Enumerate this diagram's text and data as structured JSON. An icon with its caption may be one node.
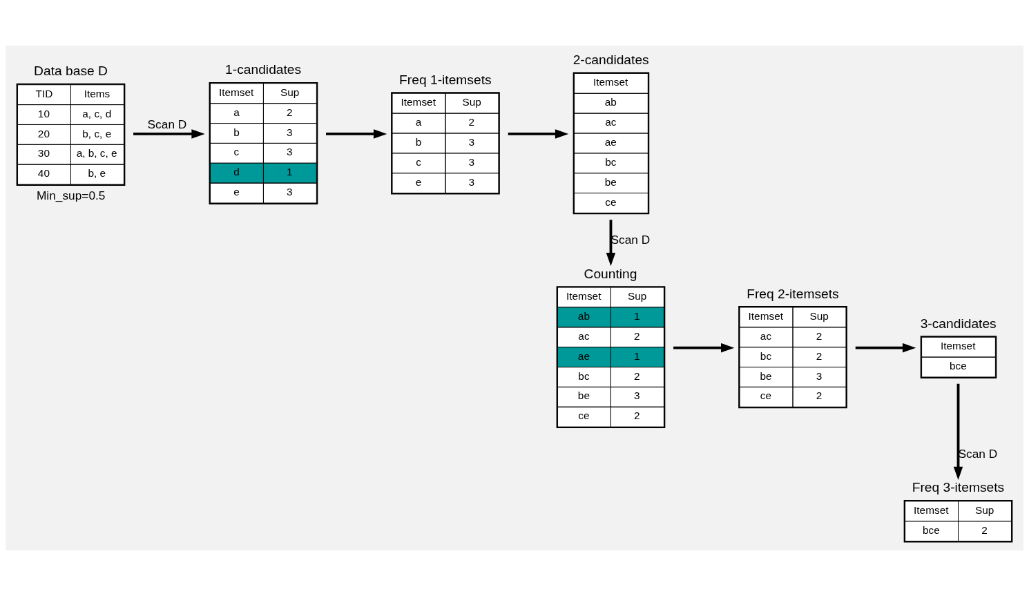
{
  "diagram": {
    "nodes": [
      {
        "text": [
          "Data base D",
          "TID",
          "Items",
          "10",
          "a, c, d",
          "20",
          "b, c, e",
          "30",
          "a, b, c, e",
          "40",
          "b, e"
        ],
        "beside": [
          "Min_sup=0.5"
        ]
      },
      {
        "text": [
          "1-candidates",
          "Itemset",
          "Sup",
          "a",
          "2",
          "b",
          "3",
          "c",
          "3",
          "d",
          "1",
          "e",
          "3"
        ]
      },
      {
        "text": [
          "Freq 1-itemsets",
          "Itemset",
          "Sup",
          "a",
          "2",
          "b",
          "3",
          "c",
          "3",
          "e",
          "3"
        ]
      },
      {
        "text": [
          "2-candidates",
          "Itemset",
          "ab",
          "ac",
          "ae",
          "bc",
          "be",
          "ce"
        ]
      },
      {
        "text": [
          "Counting",
          "Itemset",
          "Sup",
          "ab",
          "1",
          "ac",
          "2",
          "ae",
          "1",
          "bc",
          "2",
          "be",
          "3",
          "ce",
          "2"
        ]
      },
      {
        "text": [
          "Freq 2-itemsets",
          "Itemset",
          "Sup",
          "ac",
          "2",
          "bc",
          "2",
          "be",
          "3",
          "ce",
          "2"
        ]
      },
      {
        "text": [
          "3-candidates",
          "Itemset",
          "bce"
        ]
      },
      {
        "text": [
          "Freq 3-itemsets",
          "Itemset",
          "Sup",
          "bce",
          "2"
        ]
      }
    ],
    "edges": [
      {
        "from": 0,
        "to": 1,
        "arrow": "to",
        "label": "Scan D"
      },
      {
        "from": 1,
        "to": 2,
        "arrow": "to"
      },
      {
        "from": 2,
        "to": 3,
        "arrow": "to"
      },
      {
        "from": 3,
        "to": 4,
        "arrow": "to",
        "label": "Scan D"
      },
      {
        "from": 4,
        "to": 5,
        "arrow": "to"
      },
      {
        "from": 5,
        "to": 6,
        "arrow": "to"
      },
      {
        "from": 6,
        "to": 7,
        "arrow": "to",
        "label": "Scan D"
      }
    ]
  }
}
